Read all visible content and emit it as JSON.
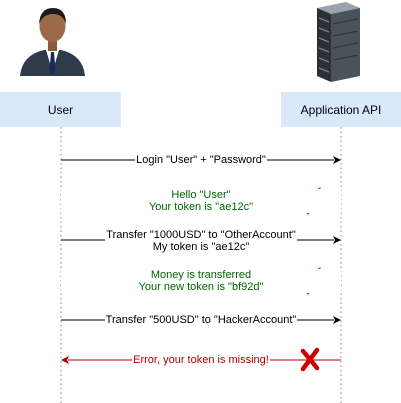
{
  "participants": {
    "user": {
      "label": "User",
      "icon": "businessman-icon",
      "header_color": "#dae8fc"
    },
    "api": {
      "label": "Application API",
      "icon": "server-rack-icon",
      "header_color": "#dae8fc"
    }
  },
  "messages": [
    {
      "lines": [
        "Login \"User\" + \"Password\""
      ],
      "direction": "to-api",
      "color": "#000000"
    },
    {
      "lines": [
        "Hello \"User\"",
        "Your token is \"ae12c\""
      ],
      "direction": "to-user",
      "color": "#006600",
      "status": "check-mark-icon"
    },
    {
      "lines": [
        "Transfer \"1000USD\" to \"OtherAccount\"",
        "My token is \"ae12c\""
      ],
      "direction": "to-api",
      "color": "#000000"
    },
    {
      "lines": [
        "Money is transferred",
        "Your new token is \"bf92d\""
      ],
      "direction": "to-user",
      "color": "#006600",
      "status": "check-mark-icon"
    },
    {
      "lines": [
        "Transfer \"500USD\" to \"HackerAccount\""
      ],
      "direction": "to-api",
      "color": "#000000"
    },
    {
      "lines": [
        "Error, your token is missing!"
      ],
      "direction": "to-user",
      "color": "#b20000",
      "status": "x-mark-icon"
    }
  ],
  "colors": {
    "success": "#009900",
    "error": "#cc0000",
    "lifeline": "#999999"
  }
}
